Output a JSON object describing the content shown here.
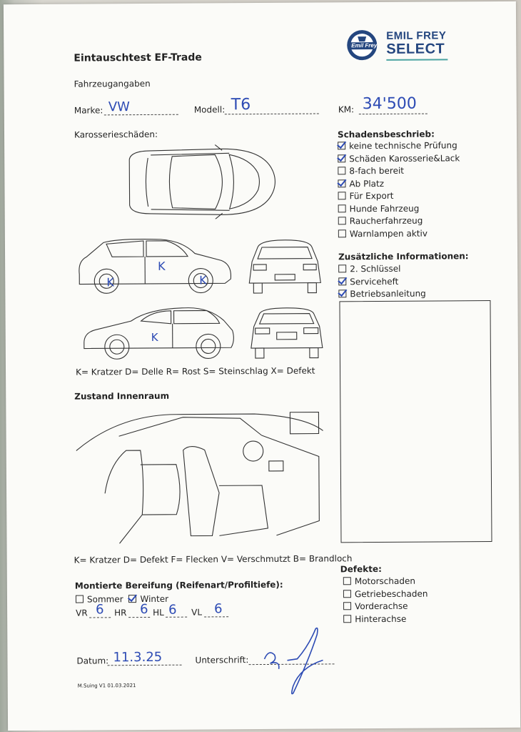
{
  "form": {
    "title": "Eintauschtest EF-Trade",
    "logo_line1": "EMIL FREY",
    "logo_line2": "SELECT",
    "logo_badge": "Emil Frey",
    "section_vehicle": "Fahrzeugangaben",
    "marke_label": "Marke:",
    "marke_value": "VW",
    "modell_label": "Modell:",
    "modell_value": "T6",
    "km_label": "KM:",
    "km_value": "34'500",
    "section_body_damage": "Karosserieschäden:",
    "body_legend": "K= Kratzer D= Delle R= Rost S= Steinschlag X= Defekt",
    "damage_marks": [
      "K",
      "K",
      "K",
      "K"
    ],
    "section_interior": "Zustand Innenraum",
    "interior_legend": "K= Kratzer D= Defekt F= Flecken V= Verschmutzt B= Brandloch",
    "section_tires": "Montierte Bereifung (Reifenart/Profiltiefe):",
    "tire_summer": "Sommer",
    "tire_winter": "Winter",
    "tire_vr_label": "VR",
    "tire_vr_value": "6",
    "tire_hr_label": "HR",
    "tire_hr_value": "6",
    "tire_hl_label": "HL",
    "tire_hl_value": "6",
    "tire_vl_label": "VL",
    "tire_vl_value": "6",
    "datum_label": "Datum:",
    "datum_value": "11.3.25",
    "signature_label": "Unterschrift:",
    "footer": "M.Suing V1 01.03.2021"
  },
  "damage_description": {
    "heading": "Schadensbeschrieb:",
    "items": [
      {
        "label": "keine technische Prüfung",
        "checked": true
      },
      {
        "label": "Schäden Karosserie&Lack",
        "checked": true
      },
      {
        "label": "8-fach bereit",
        "checked": false
      },
      {
        "label": "Ab Platz",
        "checked": true
      },
      {
        "label": "Für Export",
        "checked": false
      },
      {
        "label": "Hunde Fahrzeug",
        "checked": false
      },
      {
        "label": "Raucherfahrzeug",
        "checked": false
      },
      {
        "label": "Warnlampen aktiv",
        "checked": false
      }
    ]
  },
  "additional_info": {
    "heading": "Zusätzliche Informationen:",
    "items": [
      {
        "label": "2. Schlüssel",
        "checked": false
      },
      {
        "label": "Serviceheft",
        "checked": true
      },
      {
        "label": "Betriebsanleitung",
        "checked": true
      }
    ]
  },
  "defects": {
    "heading": "Defekte:",
    "items": [
      {
        "label": "Motorschaden",
        "checked": false
      },
      {
        "label": "Getriebeschaden",
        "checked": false
      },
      {
        "label": "Vorderachse",
        "checked": false
      },
      {
        "label": "Hinterachse",
        "checked": false
      }
    ]
  }
}
